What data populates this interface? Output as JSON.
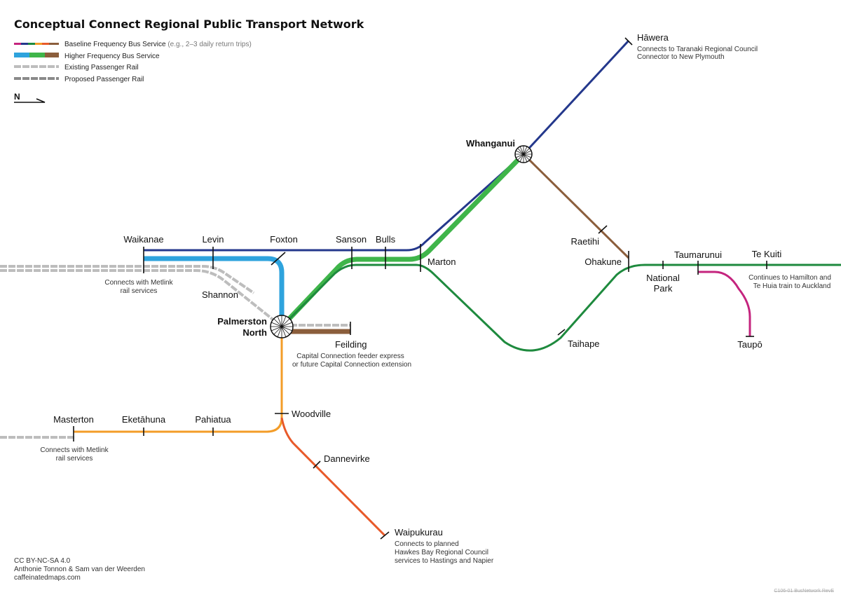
{
  "title": "Conceptual Connect Regional Public Transport Network",
  "colors": {
    "navy": "#24388c",
    "cyan": "#2ea3dd",
    "green_hf": "#3fb54a",
    "green": "#1e8a3e",
    "brown": "#8b5e3c",
    "orange": "#f39c28",
    "orange_red": "#e85a2a",
    "magenta": "#c4247e",
    "rail": "#bdbdbd",
    "rail_dark": "#8a8a8a"
  },
  "legend": {
    "baseline": "Baseline Frequency Bus Service",
    "baseline_note": "(e.g., 2–3 daily return trips)",
    "higher": "Higher Frequency Bus Service",
    "existing_rail": "Existing Passenger Rail",
    "proposed_rail": "Proposed Passenger Rail",
    "north": "N"
  },
  "hubs": {
    "whanganui": "Whanganui",
    "palmerston_1": "Palmerston",
    "palmerston_2": "North"
  },
  "stations": {
    "hawera": "Hāwera",
    "waikanae": "Waikanae",
    "levin": "Levin",
    "foxton": "Foxton",
    "sanson": "Sanson",
    "bulls": "Bulls",
    "marton": "Marton",
    "shannon": "Shannon",
    "feilding": "Feilding",
    "raetihi": "Raetihi",
    "ohakune": "Ohakune",
    "national_1": "National",
    "national_2": "Park",
    "taumarunui": "Taumarunui",
    "te_kuiti": "Te Kuiti",
    "taihape": "Taihape",
    "taupo": "Taupō",
    "masterton": "Masterton",
    "eketahuna": "Eketāhuna",
    "pahiatua": "Pahiatua",
    "woodville": "Woodville",
    "dannevirke": "Dannevirke",
    "waipukurau": "Waipukurau"
  },
  "notes": {
    "hawera_1": "Connects to Taranaki Regional Council",
    "hawera_2": "Connector to New Plymouth",
    "metlink_w_1": "Connects with Metlink",
    "metlink_w_2": "rail services",
    "feilding_1": "Capital Connection feeder express",
    "feilding_2": "or future Capital Connection extension",
    "tekuiti_1": "Continues to Hamilton and",
    "tekuiti_2": "Te Huia train to Auckland",
    "metlink_m_1": "Connects with Metlink",
    "metlink_m_2": "rail services",
    "waipu_1": "Connects to planned",
    "waipu_2": "Hawkes Bay Regional Council",
    "waipu_3": "services to Hastings and Napier"
  },
  "credits": {
    "license": "CC BY-NC-SA 4.0",
    "authors": "Anthonie Tonnon & Sam van der Weerden",
    "site": "caffeinatedmaps.com"
  },
  "doc_ref": "C106-01 BusNetwork RevE"
}
